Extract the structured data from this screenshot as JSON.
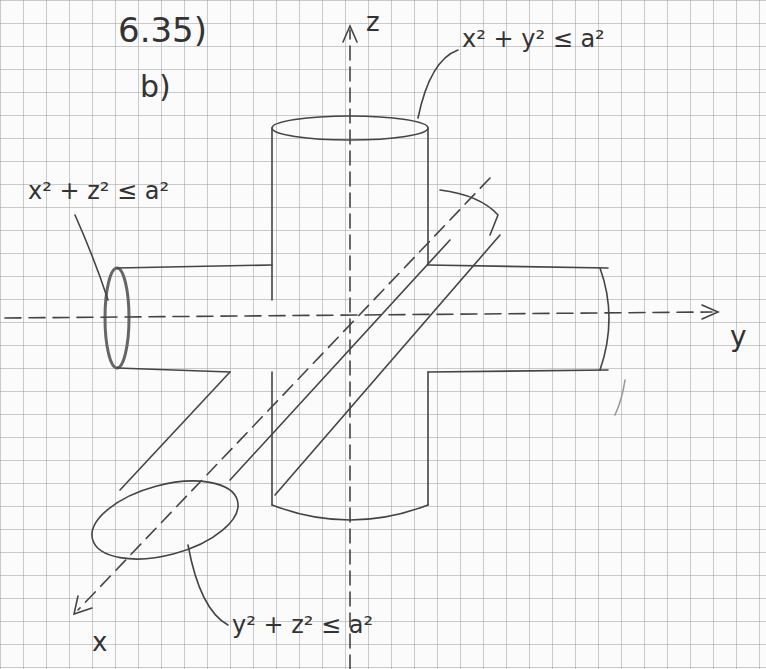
{
  "diagram": {
    "labels": [
      "6.35)",
      "b)",
      "z",
      "x² + y² ≤ a²",
      "x² + z² ≤ a²",
      "y",
      "x",
      "y² + z² ≤ a²"
    ]
  }
}
